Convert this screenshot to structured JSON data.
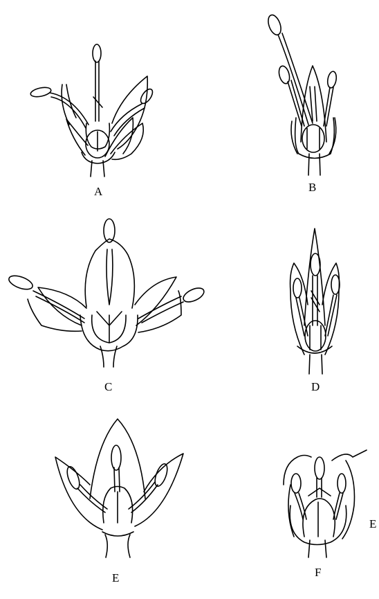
{
  "labels": {
    "a": "A",
    "b": "B",
    "c": "C",
    "d": "D",
    "e": "E",
    "f": "F",
    "e_side": "E"
  }
}
